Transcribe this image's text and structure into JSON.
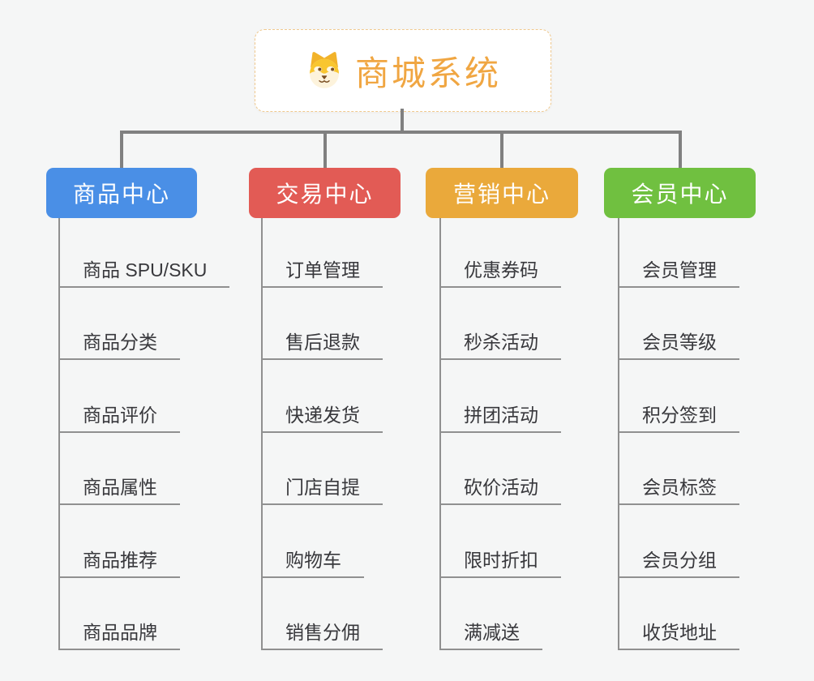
{
  "root": {
    "title": "商城系统",
    "icon": "doge-face-icon",
    "title_color": "#F0A642",
    "border_color": "#F0C98E"
  },
  "connector_color": "#808080",
  "line_color": "#909090",
  "branches": [
    {
      "id": "product-center",
      "label": "商品中心",
      "color": "#4A8FE6",
      "items": [
        "商品 SPU/SKU",
        "商品分类",
        "商品评价",
        "商品属性",
        "商品推荐",
        "商品品牌"
      ]
    },
    {
      "id": "trade-center",
      "label": "交易中心",
      "color": "#E25B55",
      "items": [
        "订单管理",
        "售后退款",
        "快递发货",
        "门店自提",
        "购物车",
        "销售分佣"
      ]
    },
    {
      "id": "marketing-center",
      "label": "营销中心",
      "color": "#EAA93B",
      "items": [
        "优惠券码",
        "秒杀活动",
        "拼团活动",
        "砍价活动",
        "限时折扣",
        "满减送"
      ]
    },
    {
      "id": "member-center",
      "label": "会员中心",
      "color": "#70C040",
      "items": [
        "会员管理",
        "会员等级",
        "积分签到",
        "会员标签",
        "会员分组",
        "收货地址"
      ]
    }
  ]
}
